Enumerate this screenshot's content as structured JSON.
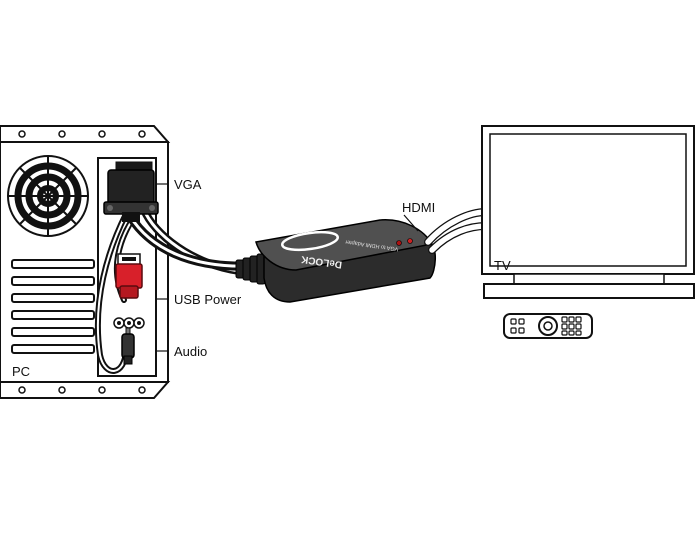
{
  "labels": {
    "vga": "VGA",
    "usb_power": "USB Power",
    "audio": "Audio",
    "pc": "PC",
    "hdmi": "HDMI",
    "tv": "TV"
  },
  "adapter": {
    "brand": "DeLOCK",
    "model_text": "VGA to HDMI Adapter"
  },
  "colors": {
    "line": "#111111",
    "adapter_body": "#4a4a4a",
    "usb_plug": "#d8202a",
    "hdmi_cable": "#ffffff"
  }
}
